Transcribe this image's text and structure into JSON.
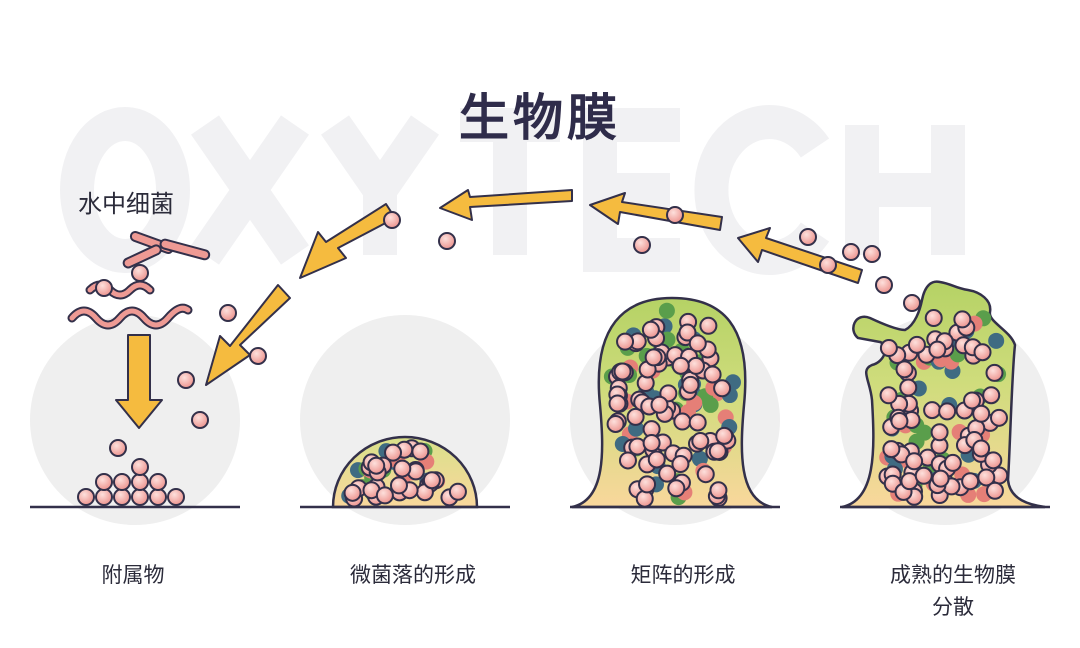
{
  "watermark": "OXYTECH",
  "title": "生物膜",
  "water_bacteria_label": "水中细菌",
  "stages": [
    {
      "label": "附属物"
    },
    {
      "label": "微菌落的形成"
    },
    {
      "label": "矩阵的形成"
    },
    {
      "label": "成熟的生物膜",
      "label2": "分散"
    }
  ],
  "colors": {
    "ball": "#f2a7a3",
    "outline": "#33304a",
    "arrow": "#f5bb3f",
    "matrix_green": "#b9d46d",
    "matrix_yellow": "#f8d998",
    "circle_bg": "#efefef"
  }
}
